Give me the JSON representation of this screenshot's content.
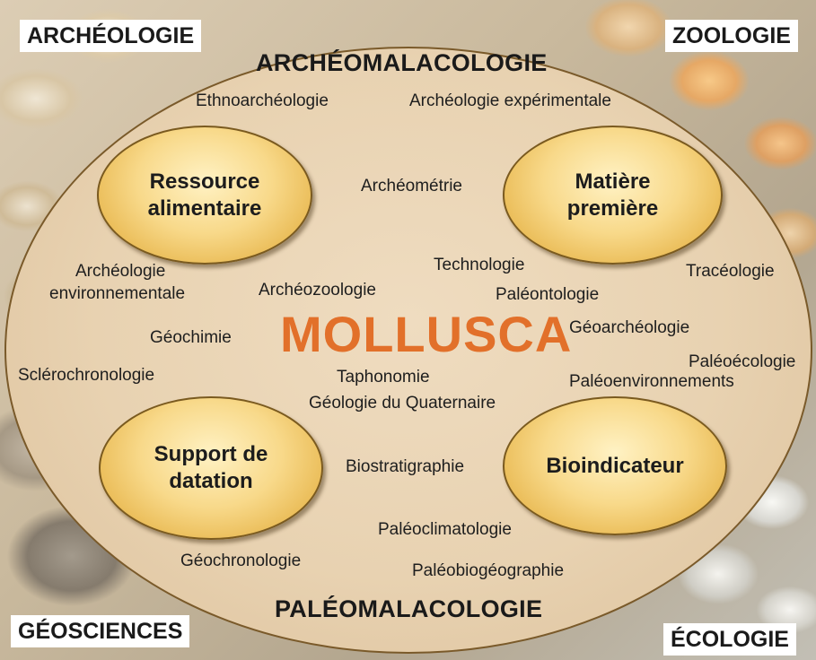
{
  "corners": {
    "top_left": "ARCHÉOLOGIE",
    "top_right": "ZOOLOGIE",
    "bottom_left": "GÉOSCIENCES",
    "bottom_right": "ÉCOLOGIE"
  },
  "headings": {
    "top": "ARCHÉOMALACOLOGIE",
    "bottom": "PALÉOMALACOLOGIE"
  },
  "center": "MOLLUSCA",
  "roles": {
    "top_left": [
      "Ressource",
      "alimentaire"
    ],
    "top_right": [
      "Matière",
      "première"
    ],
    "bottom_left": [
      "Support de",
      "datation"
    ],
    "bottom_right": [
      "Bioindicateur"
    ]
  },
  "disciplines": {
    "ethnoarcheologie": "Ethnoarchéologie",
    "archeologie_experimentale": "Archéologie expérimentale",
    "archeometrie": "Archéométrie",
    "archeologie_env_line1": "Archéologie",
    "archeologie_env_line2": "environnementale",
    "technologie": "Technologie",
    "traceologie": "Tracéologie",
    "archeozoologie": "Archéozoologie",
    "paleontologie": "Paléontologie",
    "geochimie": "Géochimie",
    "geoarcheologie": "Géoarchéologie",
    "paleoecologie": "Paléoécologie",
    "sclerochronologie": "Sclérochronologie",
    "taphonomie": "Taphonomie",
    "paleoenvironnements": "Paléoenvironnements",
    "geologie_quaternaire": "Géologie du Quaternaire",
    "biostratigraphie": "Biostratigraphie",
    "paleoclimatologie": "Paléoclimatologie",
    "geochronologie": "Géochronologie",
    "paleobiogeographie": "Paléobiogéographie"
  },
  "colors": {
    "center_title": "#e2702a",
    "ellipse_fill": "#e8d2b1",
    "role_fill": "#f8d98a",
    "outline": "#7a5a2a"
  }
}
